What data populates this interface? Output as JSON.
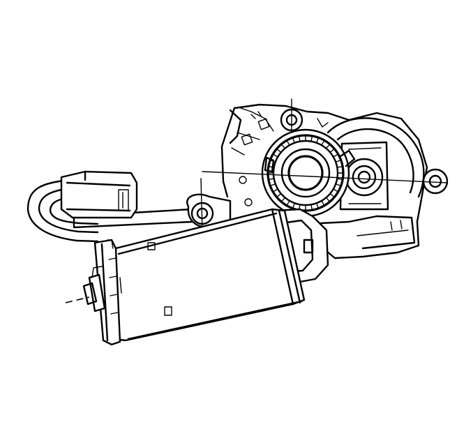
{
  "figure": {
    "background": "#ffffff",
    "line_color": "#000000",
    "parts": [
      "motor-housing",
      "gearbox-housing",
      "output-gear",
      "electrical-connector",
      "wiring-harness",
      "mounting-bosses",
      "drive-shaft"
    ]
  }
}
